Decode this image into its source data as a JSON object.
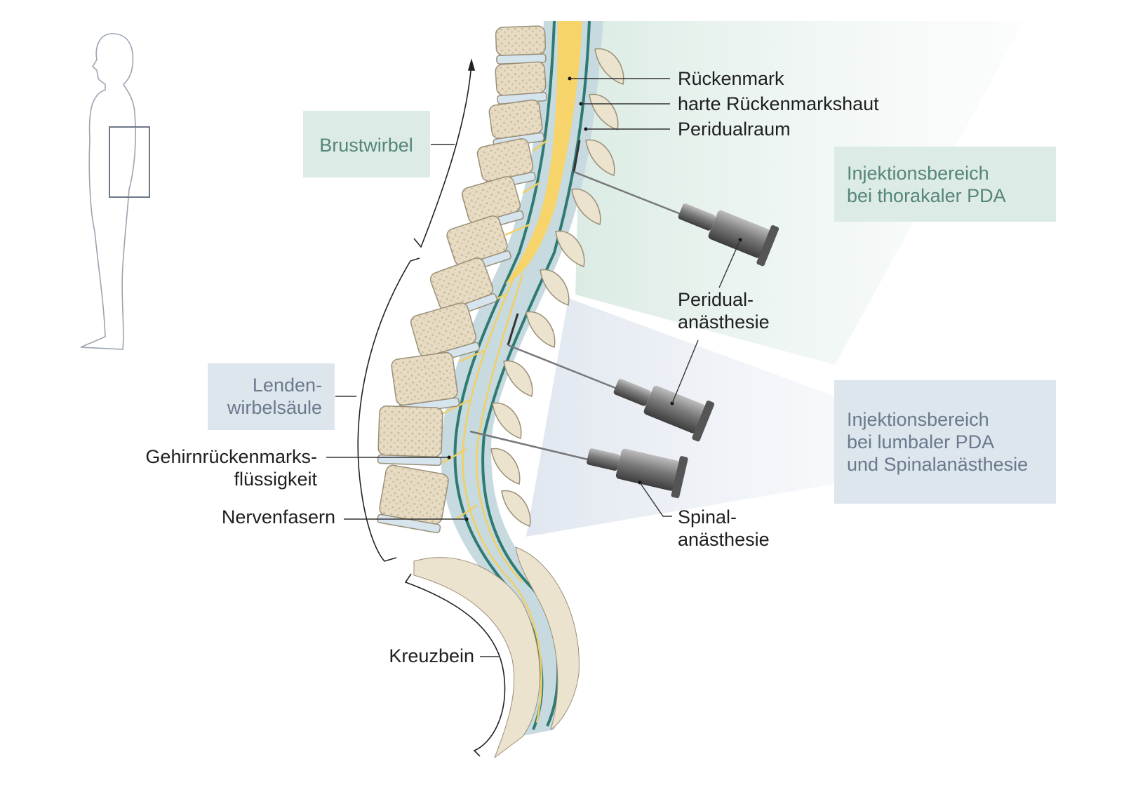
{
  "labels": {
    "rueckenmark": "Rückenmark",
    "harte_haut": "harte Rückenmarkshaut",
    "peridualraum": "Peridualraum",
    "peridural_1": "Peridual-",
    "peridural_2": "anästhesie",
    "spinal_1": "Spinal-",
    "spinal_2": "anästhesie",
    "liquor_1": "Gehirnrückenmarks-",
    "liquor_2": "flüssigkeit",
    "nervenfasern": "Nervenfasern",
    "kreuzbein": "Kreuzbein"
  },
  "boxes": {
    "brustwirbel": "Brustwirbel",
    "lenden_1": "Lenden-",
    "lenden_2": "wirbelsäule",
    "thorakal_1": "Injektionsbereich",
    "thorakal_2": "bei thorakaler PDA",
    "lumbal_1": "Injektionsbereich",
    "lumbal_2": "bei lumbaler PDA",
    "lumbal_3": "und Spinalanästhesie"
  },
  "colors": {
    "thoracic_box": "#dcebe5",
    "lumbar_box": "#dde5ed",
    "spinal_cord": "#f7d46a",
    "dura": "#2f7a72",
    "bone": "#ece3cf",
    "disc": "#d6e4ee"
  }
}
